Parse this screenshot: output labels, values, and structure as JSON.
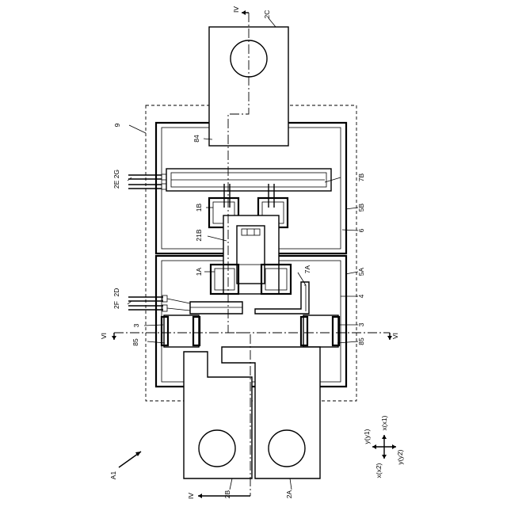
{
  "labels": {
    "iv_top": "IV",
    "iv_bottom": "IV",
    "l_2c": "2C",
    "l_9": "9",
    "l_84": "84",
    "l_2e2g": "2E 2G",
    "l_7b": "7B",
    "l_1b": "1B",
    "l_5b": "5B",
    "l_6": "6",
    "l_21b": "21B",
    "l_1a": "1A",
    "l_5a": "5A",
    "l_7a": "7A",
    "l_2d": "2D",
    "l_2f": "2F",
    "l_4": "4",
    "l_3_left": "3",
    "l_3_right": "3",
    "l_85_left": "85",
    "l_85_right": "85",
    "vi_left": "VI",
    "vi_right": "VI",
    "l_2b": "2B",
    "l_2a": "2A",
    "l_a1": "A1"
  },
  "axes": {
    "y_y1": "y(y1)",
    "x_x1": "x(x1)",
    "x_x2": "x(x2)",
    "y_y2": "y(y2)"
  }
}
